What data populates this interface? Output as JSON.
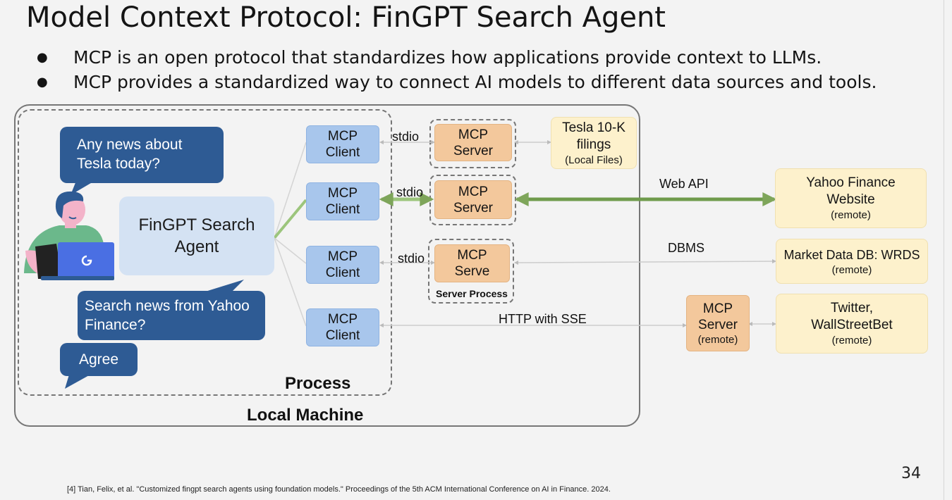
{
  "title": "Model Context Protocol: FinGPT Search Agent",
  "bullets": [
    "MCP is an open protocol that standardizes how applications provide context to LLMs.",
    "MCP provides a standardized way to connect AI models to different data sources and tools."
  ],
  "diagram": {
    "local_machine_label": "Local Machine",
    "process_label": "Process",
    "server_process_label": "Server Process",
    "agent_label": [
      "FinGPT Search",
      "Agent"
    ],
    "bubbles": {
      "user_question": [
        "Any news about",
        "Tesla today?"
      ],
      "agent_question": [
        "Search news from Yahoo",
        "Finance?"
      ],
      "user_reply": "Agree"
    },
    "clients": [
      [
        "MCP",
        "Client"
      ],
      [
        "MCP",
        "Client"
      ],
      [
        "MCP",
        "Client"
      ],
      [
        "MCP",
        "Client"
      ]
    ],
    "servers": [
      {
        "lines": [
          "MCP",
          "Server"
        ]
      },
      {
        "lines": [
          "MCP",
          "Server"
        ]
      },
      {
        "lines": [
          "MCP",
          "Serve"
        ]
      },
      {
        "lines": [
          "MCP",
          "Server"
        ],
        "sub": "(remote)"
      }
    ],
    "connections": {
      "stdio_1": "stdio",
      "stdio_2": "stdio",
      "stdio_3": "stdio",
      "web_api": "Web API",
      "dbms": "DBMS",
      "http_sse": "HTTP with SSE"
    },
    "sources": [
      {
        "lines": [
          "Tesla 10-K",
          "filings"
        ],
        "sub": "(Local Files)"
      },
      {
        "lines": [
          "Yahoo Finance",
          "Website"
        ],
        "sub": "(remote)"
      },
      {
        "lines": [
          "Market Data DB: WRDS"
        ],
        "sub": "(remote)"
      },
      {
        "lines": [
          "Twitter,",
          "WallStreetBet"
        ],
        "sub": "(remote)"
      }
    ],
    "colors": {
      "bubble": "#2e5b94",
      "agent": "#d4e2f3",
      "client": "#a8c6ec",
      "server": "#f3c89c",
      "source": "#fdf1cc",
      "active_link": "#7ea55a"
    }
  },
  "footnote": "[4] Tian, Felix, et al. \"Customized fingpt search agents using foundation models.\" Proceedings of the 5th ACM International Conference on AI in Finance. 2024.",
  "page_number": "34"
}
